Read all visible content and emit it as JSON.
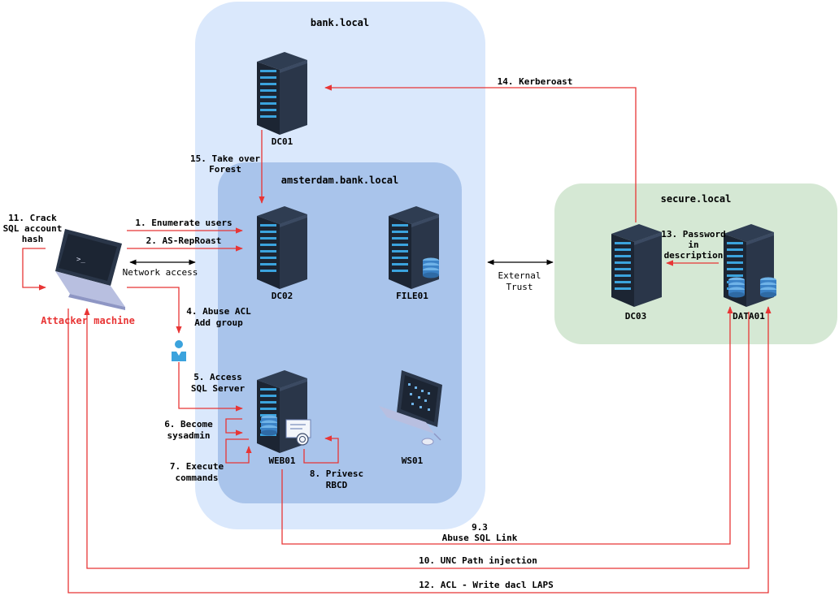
{
  "colors": {
    "arrow_red": "#e83535",
    "bank_zone": "#dae8fc",
    "amsterdam_zone": "#a9c4eb",
    "secure_zone": "#d5e8d4",
    "server_dark": "#1c2533",
    "server_light": "#3ba3dd",
    "attacker_red": "#e83535"
  },
  "zones": {
    "bank": "bank.local",
    "amsterdam": "amsterdam.bank.local",
    "secure": "secure.local"
  },
  "nodes": {
    "dc01": "DC01",
    "dc02": "DC02",
    "file01": "FILE01",
    "web01": "WEB01",
    "ws01": "WS01",
    "dc03": "DC03",
    "data01": "DATA01",
    "attacker": "Attacker machine"
  },
  "steps": {
    "s1": "1. Enumerate users",
    "s2": "2. AS-RepRoast",
    "network": "Network access",
    "s4a": "4. Abuse ACL",
    "s4b": "Add group",
    "s5a": "5. Access",
    "s5b": "SQL Server",
    "s6a": "6. Become",
    "s6b": "sysadmin",
    "s7a": "7. Execute",
    "s7b": "commands",
    "s8a": "8. Privesc",
    "s8b": "RBCD",
    "s9a": "9.3",
    "s9b": "Abuse SQL Link",
    "s10": "10. UNC Path injection",
    "s11a": "11. Crack",
    "s11b": "SQL account",
    "s11c": "hash",
    "s12": "12. ACL - Write dacl LAPS",
    "s13a": "13. Password",
    "s13b": "in",
    "s13c": "description",
    "s14": "14. Kerberoast",
    "s15a": "15. Take over",
    "s15b": "Forest",
    "trust_a": "External",
    "trust_b": "Trust"
  }
}
